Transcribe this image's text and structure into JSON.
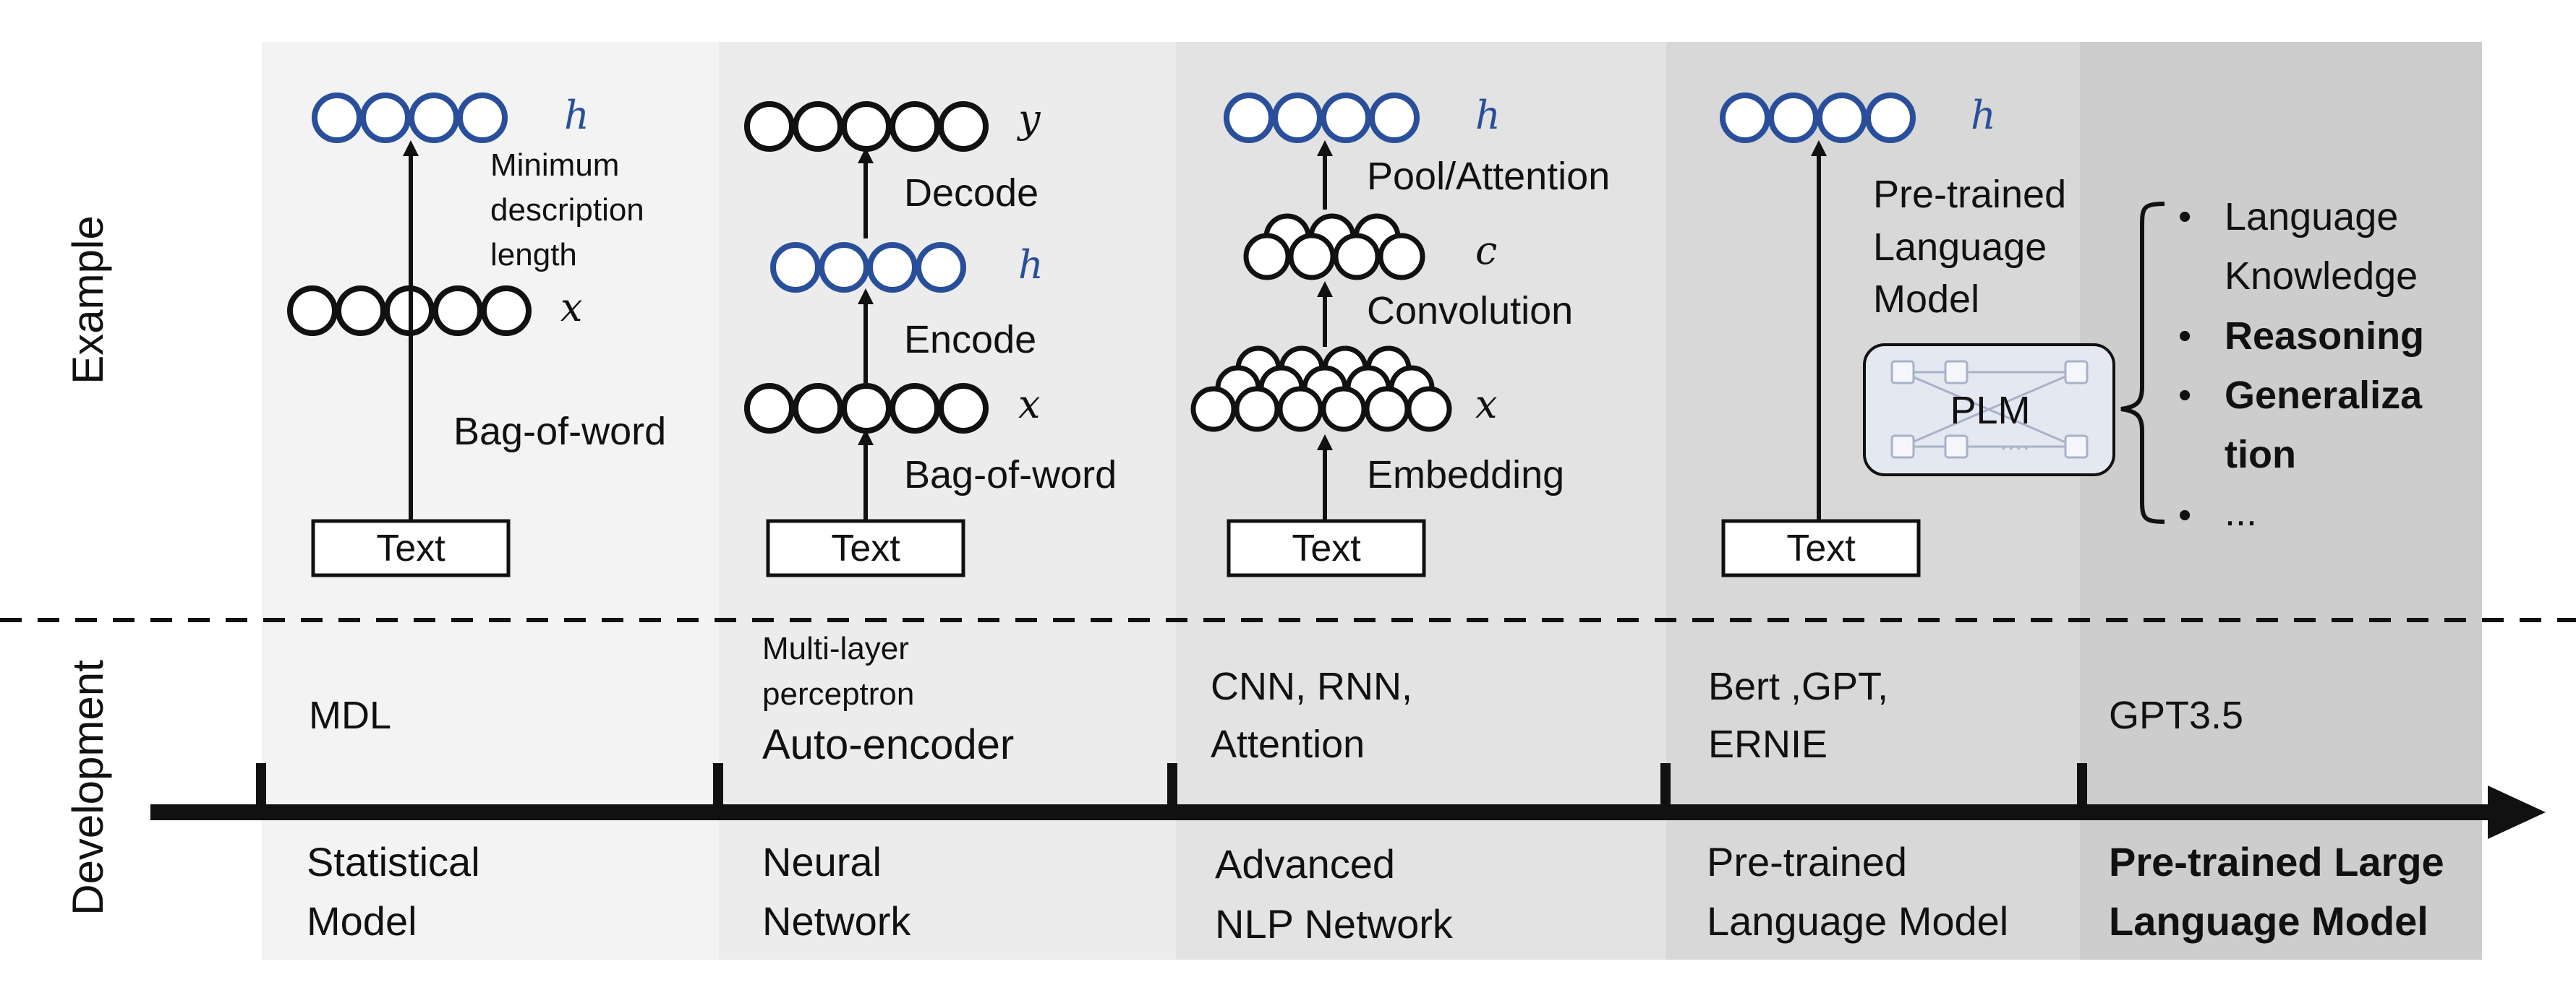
{
  "row_labels": {
    "example": "Example",
    "development": "Development"
  },
  "colors": {
    "panel_1": "#f2f3f2",
    "panel_2": "#ebeceb",
    "panel_3": "#e2e3e2",
    "panel_4": "#d8d8d8",
    "panel_5": "#cdcdcd",
    "neuron_black": "#111111",
    "neuron_blue": "#2a4f9a"
  },
  "stages": [
    {
      "stage_label": [
        "Statistical",
        "Model"
      ],
      "development": [
        "MDL"
      ],
      "example": {
        "input_box": "Text",
        "labels": [
          "Minimum",
          "description",
          "length",
          "Bag-of-word"
        ],
        "variables": [
          "h",
          "x"
        ]
      }
    },
    {
      "stage_label": [
        "Neural",
        "Network"
      ],
      "development_small": [
        "Multi-layer",
        "perceptron"
      ],
      "development": [
        "Auto-encoder"
      ],
      "example": {
        "input_box": "Text",
        "labels": [
          "Decode",
          "Encode",
          "Bag-of-word"
        ],
        "variables": [
          "y",
          "h",
          "x"
        ]
      }
    },
    {
      "stage_label": [
        "Advanced",
        "NLP Network"
      ],
      "development": [
        "CNN, RNN,",
        "Attention"
      ],
      "example": {
        "input_box": "Text",
        "labels": [
          "Pool/Attention",
          "Convolution",
          "Embedding"
        ],
        "variables": [
          "h",
          "c",
          "x"
        ]
      }
    },
    {
      "stage_label": [
        "Pre-trained",
        "Language Model"
      ],
      "development": [
        "Bert ,GPT,",
        "ERNIE"
      ],
      "example": {
        "input_box": "Text",
        "labels": [
          "Pre-trained",
          "Language",
          "Model"
        ],
        "variables": [
          "h"
        ],
        "plm_box": "PLM",
        "plm_dots": "...."
      }
    },
    {
      "stage_label": [
        "Pre-trained Large",
        "Language Model"
      ],
      "development": [
        "GPT3.5"
      ],
      "abilities": [
        "•",
        "Language",
        "Knowledge",
        "•",
        "Reasoning",
        "•",
        "Generaliza",
        "tion",
        "•",
        "..."
      ]
    }
  ]
}
